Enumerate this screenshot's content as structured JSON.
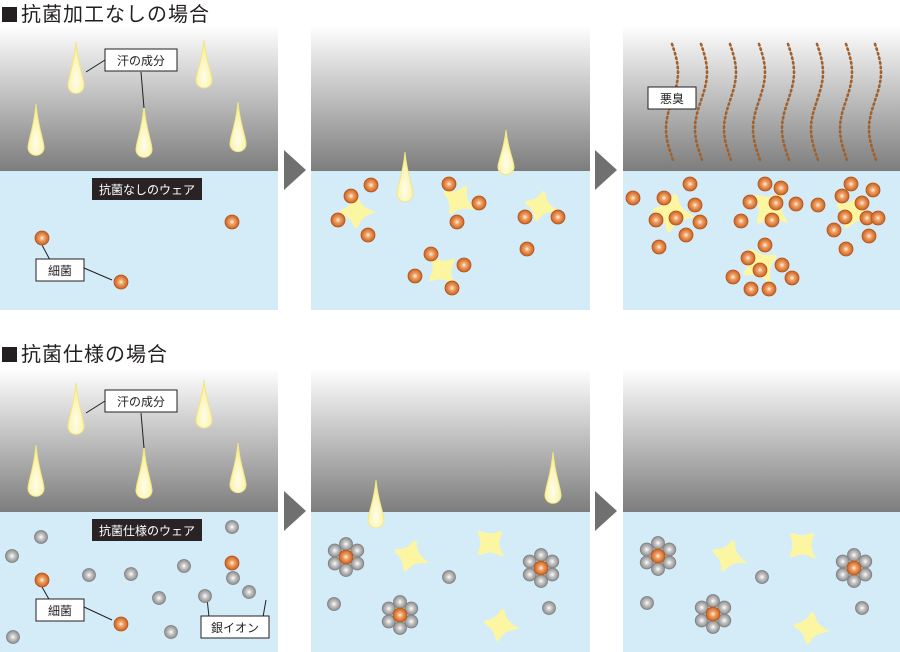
{
  "sections": [
    {
      "heading": "抗菌加工なしの場合",
      "ware_label": "抗菌なしのウェア",
      "labels": {
        "sweat": "汗の成分",
        "bacteria": "細菌",
        "odor": "悪臭"
      }
    },
    {
      "heading": "抗菌仕様の場合",
      "ware_label": "抗菌仕様のウェア",
      "labels": {
        "sweat": "汗の成分",
        "bacteria": "細菌",
        "silver_ion": "銀イオン"
      }
    }
  ],
  "colors": {
    "skin_gradient_top": "#ffffff",
    "skin_gradient_bottom": "#7d7d7d",
    "fabric": "#d4ebf8",
    "sweat": "#fcf6a3",
    "bacteria": "#d86f2b",
    "silver_ion": "#9a9a9a",
    "odor": "#a0612e",
    "arrow": "#707070",
    "label_dark_bg": "#2a2326"
  },
  "icons": [
    "sweat-drop-icon",
    "bacterium-icon",
    "silver-ion-icon",
    "odor-wave-icon",
    "step-arrow-icon"
  ]
}
